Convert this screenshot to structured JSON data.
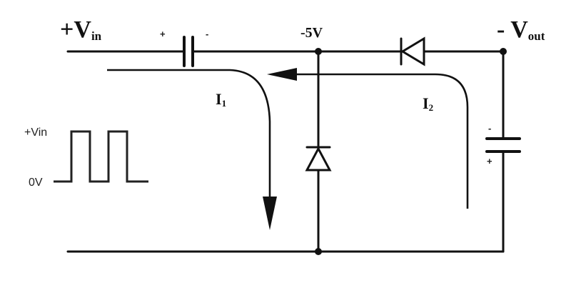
{
  "labels": {
    "vin": {
      "main": "+V",
      "sub": "in"
    },
    "vout": {
      "main": "- V",
      "sub": "out"
    },
    "node": "-5V",
    "i1": {
      "main": "I",
      "sub": "1"
    },
    "i2": {
      "main": "I",
      "sub": "2"
    },
    "cap1_plus": "+",
    "cap1_minus": "-",
    "cap2_minus": "-",
    "cap2_plus": "+",
    "sig_high": "+Vin",
    "sig_low": "0V"
  }
}
